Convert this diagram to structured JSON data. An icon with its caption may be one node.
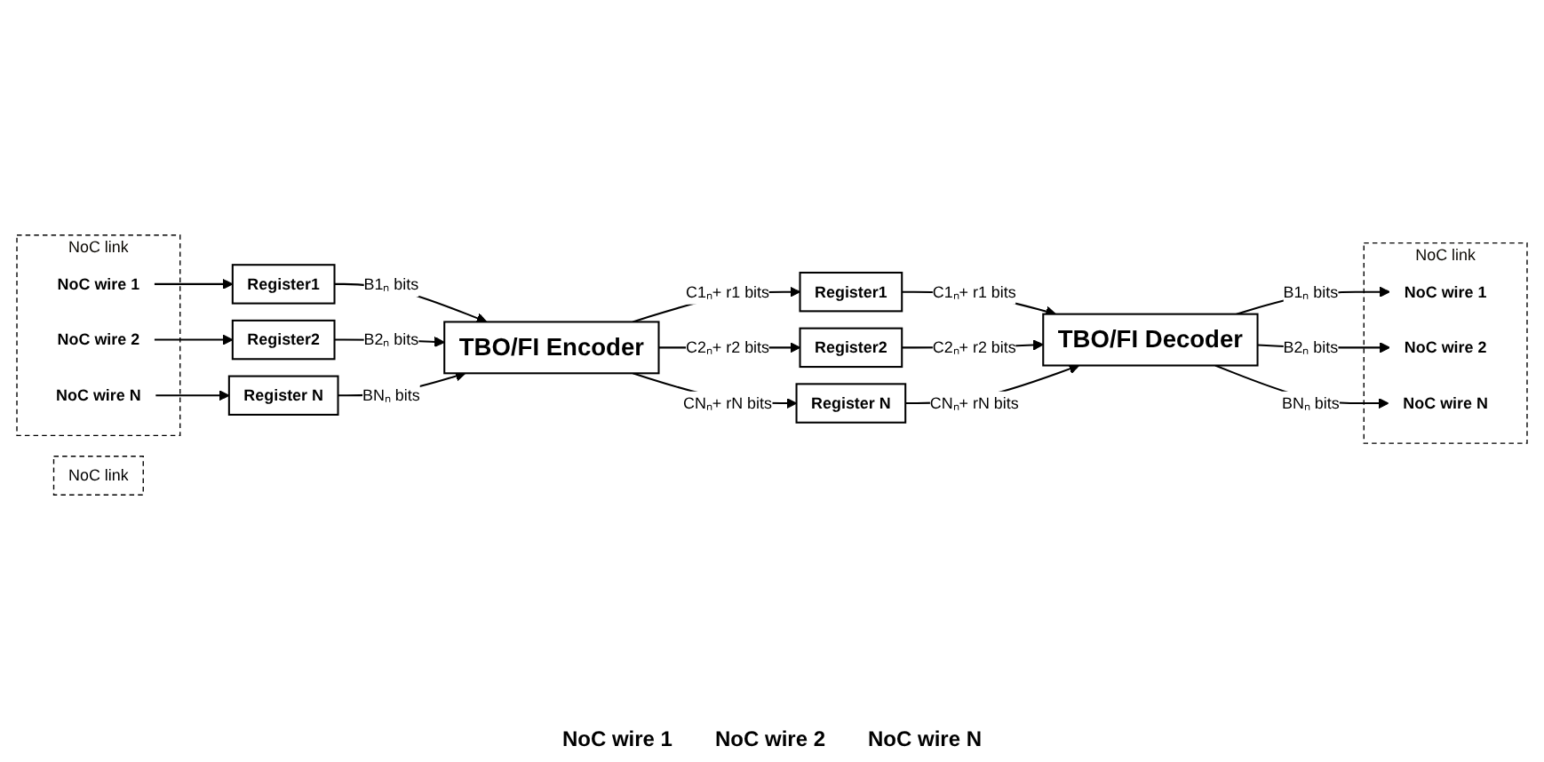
{
  "diagram": {
    "nodes": [
      {
        "text": [
          "NoC link"
        ]
      },
      {
        "text": [
          "NoC wire 1"
        ],
        "in": 0
      },
      {
        "text": [
          "NoC wire 2"
        ],
        "in": 0
      },
      {
        "text": [
          "NoC wire N"
        ],
        "in": 0
      },
      {
        "text": [
          "Register1"
        ]
      },
      {
        "text": [
          "Register2"
        ]
      },
      {
        "text": [
          "Register N"
        ]
      },
      {
        "text": [
          "TBO/FI Encoder"
        ]
      },
      {
        "text": [
          "NoC link"
        ]
      },
      {
        "text": [
          "Register1"
        ]
      },
      {
        "text": [
          "Register2"
        ]
      },
      {
        "text": [
          "Register N"
        ]
      },
      {
        "text": [
          "TBO/FI Decoder"
        ]
      },
      {
        "text": [
          "NoC link"
        ]
      },
      {
        "text": [
          "NoC wire 1"
        ],
        "in": 13
      },
      {
        "text": [
          "NoC wire 2"
        ],
        "in": 13
      },
      {
        "text": [
          "NoC wire N"
        ],
        "in": 13
      }
    ],
    "edges": [
      {
        "from": 1,
        "to": 4,
        "arrow": "to"
      },
      {
        "from": 2,
        "to": 5,
        "arrow": "to"
      },
      {
        "from": 3,
        "to": 6,
        "arrow": "to"
      },
      {
        "from": 4,
        "to": 7,
        "arrow": "to",
        "label": "B1ₙ bits"
      },
      {
        "from": 5,
        "to": 7,
        "arrow": "to",
        "label": "B2ₙ bits"
      },
      {
        "from": 6,
        "to": 7,
        "arrow": "to",
        "label": "BNₙ bits"
      },
      {
        "from": 7,
        "to": 9,
        "arrow": "to",
        "label": "C1ₙ+ r1 bits"
      },
      {
        "from": 7,
        "to": 10,
        "arrow": "to",
        "label": "C2ₙ+ r2 bits"
      },
      {
        "from": 7,
        "to": 11,
        "arrow": "to",
        "label": "CNₙ+ rN bits"
      },
      {
        "from": 9,
        "to": 12,
        "arrow": "to",
        "label": "C1ₙ+ r1 bits"
      },
      {
        "from": 10,
        "to": 12,
        "arrow": "to",
        "label": "C2ₙ+ r2 bits"
      },
      {
        "from": 11,
        "to": 12,
        "arrow": "to",
        "label": "CNₙ+ rN bits"
      },
      {
        "from": 12,
        "to": 14,
        "arrow": "to",
        "label": "B1ₙ bits"
      },
      {
        "from": 12,
        "to": 15,
        "arrow": "to",
        "label": "B2ₙ bits"
      },
      {
        "from": 12,
        "to": 16,
        "arrow": "to",
        "label": "BNₙ bits"
      }
    ],
    "labels": [
      "NoC wire 1",
      "NoC wire 2",
      "NoC wire N"
    ]
  }
}
